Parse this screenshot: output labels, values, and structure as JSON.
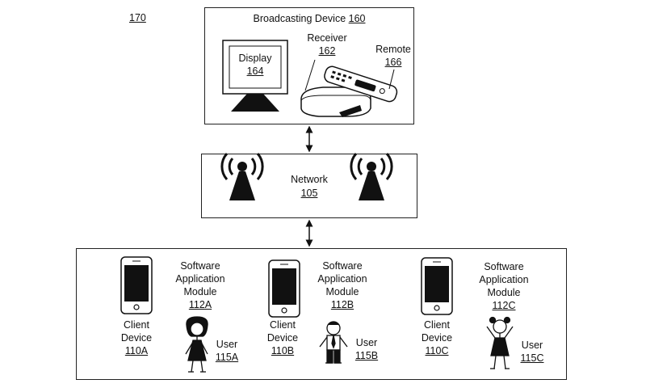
{
  "figure": {
    "ref": "170"
  },
  "broadcasting": {
    "title": "Broadcasting Device",
    "ref": "160",
    "display": {
      "label": "Display",
      "ref": "164"
    },
    "receiver": {
      "label": "Receiver",
      "ref": "162"
    },
    "remote": {
      "label": "Remote",
      "ref": "166"
    }
  },
  "network": {
    "label": "Network",
    "ref": "105"
  },
  "clients": [
    {
      "app_line1": "Software",
      "app_line2": "Application",
      "app_line3": "Module",
      "app_ref": "112A",
      "device_line1": "Client",
      "device_line2": "Device",
      "device_ref": "110A",
      "user_label": "User",
      "user_ref": "115A"
    },
    {
      "app_line1": "Software",
      "app_line2": "Application",
      "app_line3": "Module",
      "app_ref": "112B",
      "device_line1": "Client",
      "device_line2": "Device",
      "device_ref": "110B",
      "user_label": "User",
      "user_ref": "115B"
    },
    {
      "app_line1": "Software",
      "app_line2": "Application",
      "app_line3": "Module",
      "app_ref": "112C",
      "device_line1": "Client",
      "device_line2": "Device",
      "device_ref": "110C",
      "user_label": "User",
      "user_ref": "115C"
    }
  ]
}
